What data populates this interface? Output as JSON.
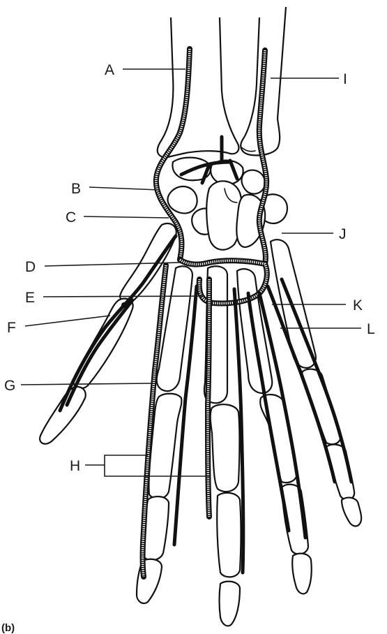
{
  "figure": {
    "panel_label": "(b)",
    "labels": {
      "A": "A",
      "B": "B",
      "C": "C",
      "D": "D",
      "E": "E",
      "F": "F",
      "G": "G",
      "H": "H",
      "I": "I",
      "J": "J",
      "K": "K",
      "L": "L"
    }
  },
  "colors": {
    "ink": "#111111",
    "background": "#ffffff"
  }
}
